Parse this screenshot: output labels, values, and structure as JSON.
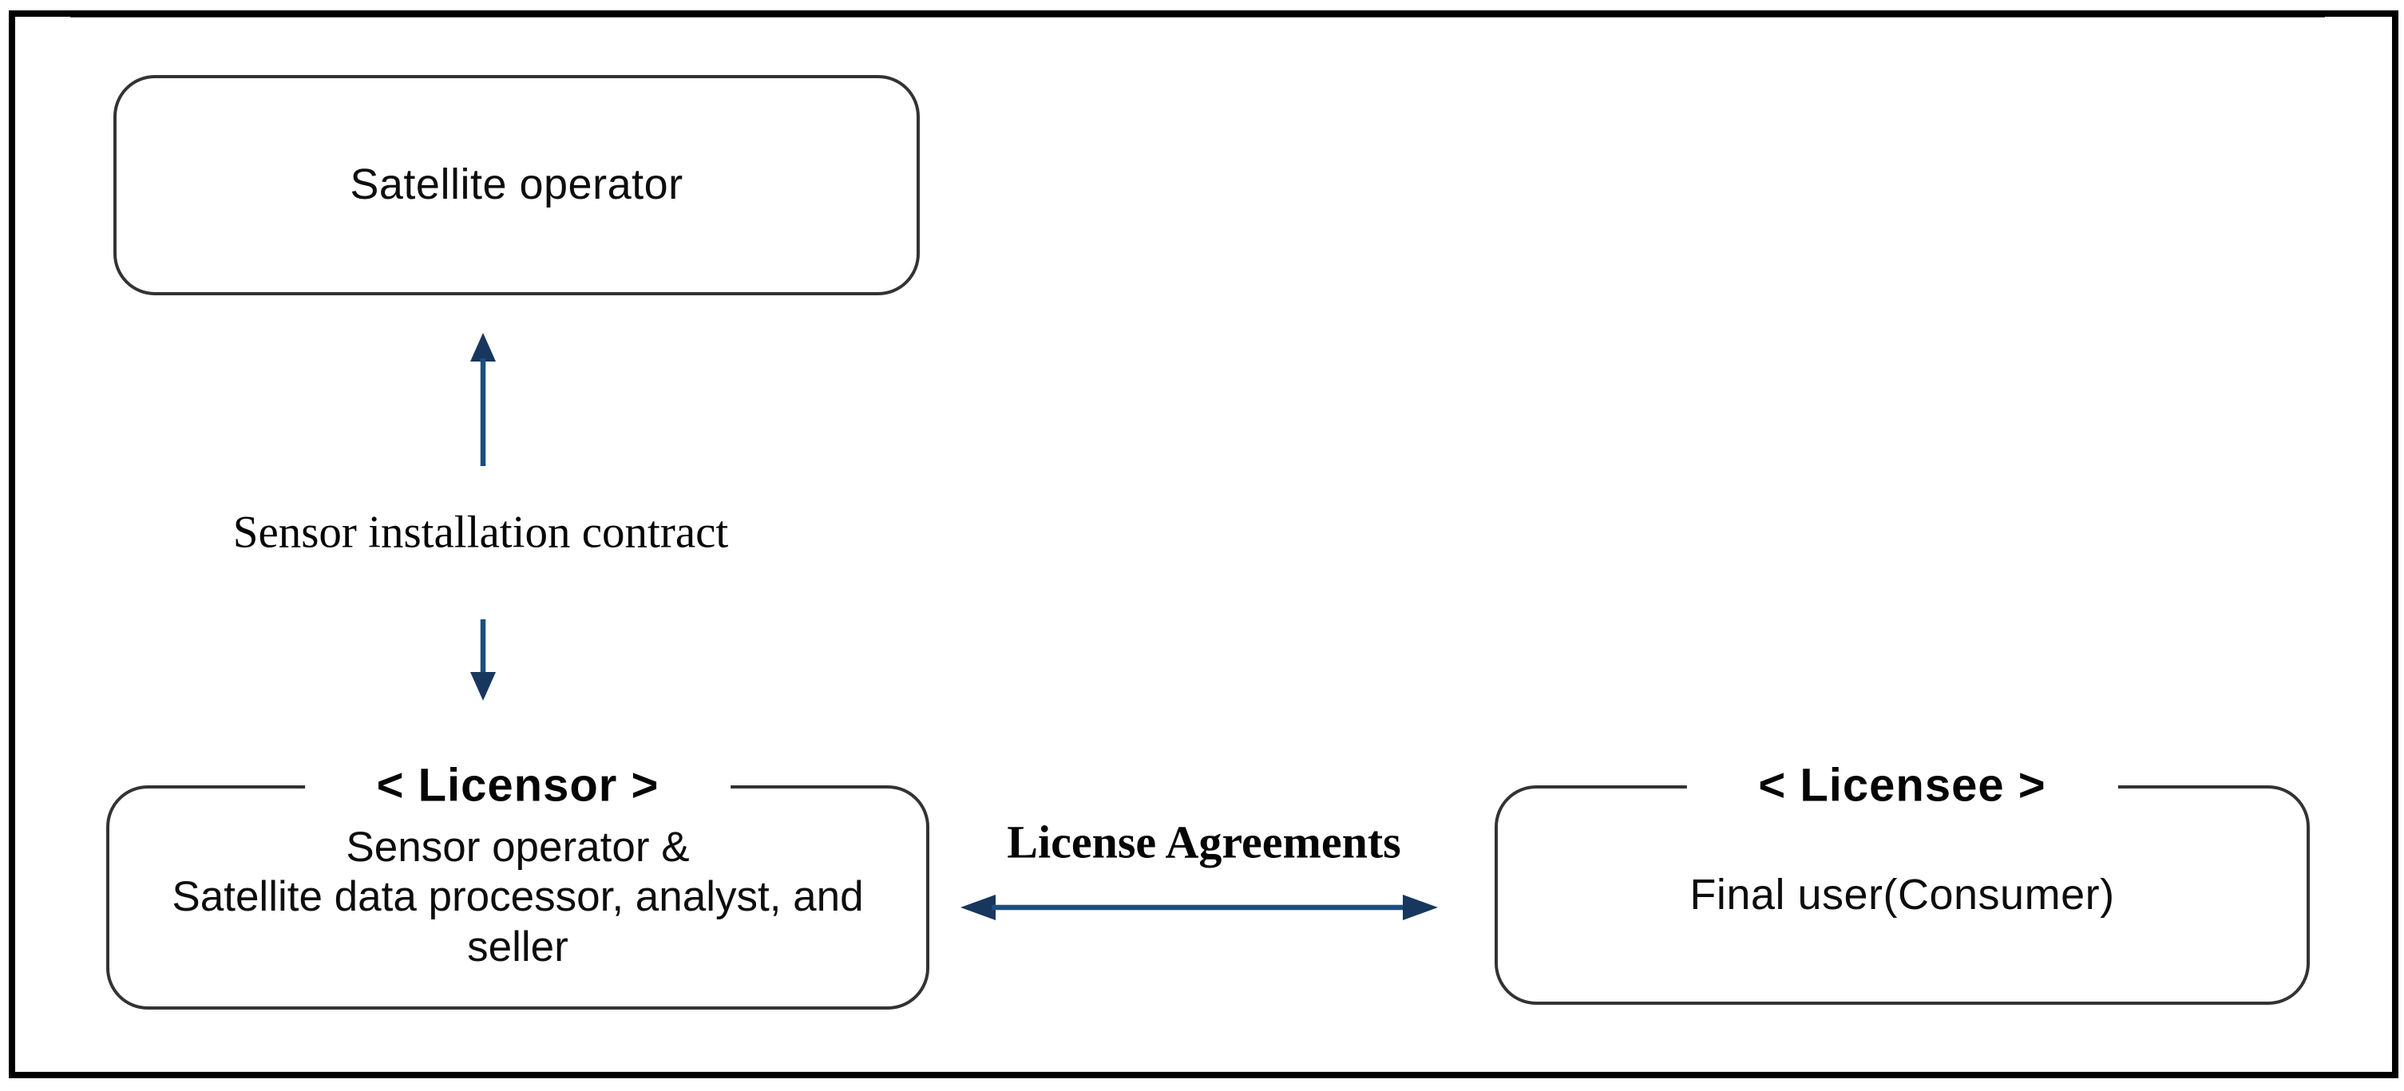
{
  "diagram": {
    "title": "Satellite data licensing relationship diagram",
    "nodes": {
      "satellite_operator": {
        "label": "Satellite operator"
      },
      "licensor": {
        "role_label": "< Licensor >",
        "lines": [
          "Sensor operator &",
          "Satellite data processor, analyst, and",
          "seller"
        ]
      },
      "licensee": {
        "role_label": "< Licensee >",
        "label": "Final user(Consumer)"
      }
    },
    "edges": {
      "sensor_installation": {
        "label": "Sensor installation contract",
        "type": "double-headed vertical arrow"
      },
      "license_agreements": {
        "label": "License Agreements",
        "type": "double-headed horizontal arrow"
      }
    },
    "colors": {
      "arrow": "#1c4e7d",
      "arrow_head": "#17375e",
      "box_border": "#333333",
      "frame": "#000000"
    }
  }
}
